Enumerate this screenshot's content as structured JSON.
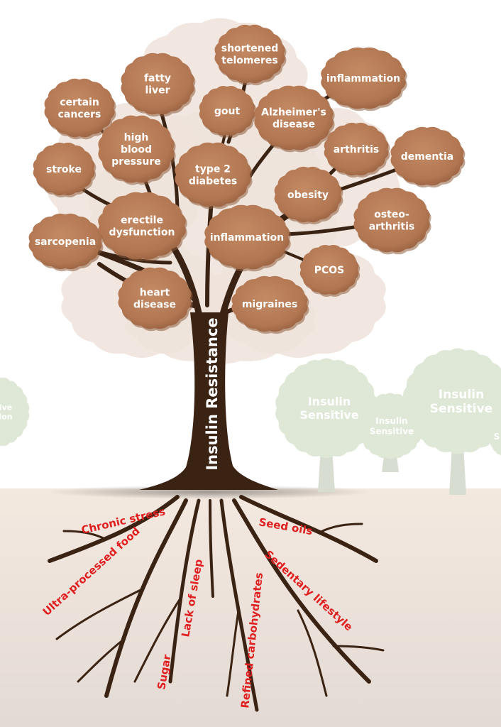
{
  "colors": {
    "trunk": "#3b2314",
    "blob": "#b97f5a",
    "blob_dark": "#8e5c3c",
    "canopy": "#efe3da",
    "root_label": "#e02020",
    "bg_tree": "#dfe8d6",
    "soil_top": "#f3e9df",
    "soil_bottom": "#e7ddd7"
  },
  "trunk_label": "Insulin Resistance",
  "conditions": [
    {
      "id": "telomeres",
      "lines": [
        "shortened",
        "telomeres"
      ]
    },
    {
      "id": "inflammation-top",
      "lines": [
        "inflammation"
      ]
    },
    {
      "id": "fatty-liver",
      "lines": [
        "fatty",
        "liver"
      ]
    },
    {
      "id": "certain-cancers",
      "lines": [
        "certain",
        "cancers"
      ]
    },
    {
      "id": "gout",
      "lines": [
        "gout"
      ]
    },
    {
      "id": "alzheimers",
      "lines": [
        "Alzheimer's",
        "disease"
      ]
    },
    {
      "id": "high-blood-pressure",
      "lines": [
        "high",
        "blood",
        "pressure"
      ]
    },
    {
      "id": "arthritis",
      "lines": [
        "arthritis"
      ]
    },
    {
      "id": "dementia",
      "lines": [
        "dementia"
      ]
    },
    {
      "id": "stroke",
      "lines": [
        "stroke"
      ]
    },
    {
      "id": "type-2-diabetes",
      "lines": [
        "type 2",
        "diabetes"
      ]
    },
    {
      "id": "obesity",
      "lines": [
        "obesity"
      ]
    },
    {
      "id": "erectile-dysfunction",
      "lines": [
        "erectile",
        "dysfunction"
      ]
    },
    {
      "id": "osteoarthritis",
      "lines": [
        "osteo-",
        "arthritis"
      ]
    },
    {
      "id": "sarcopenia",
      "lines": [
        "sarcopenia"
      ]
    },
    {
      "id": "inflammation-mid",
      "lines": [
        "inflammation"
      ]
    },
    {
      "id": "pcos",
      "lines": [
        "PCOS"
      ]
    },
    {
      "id": "heart-disease",
      "lines": [
        "heart",
        "disease"
      ]
    },
    {
      "id": "migraines",
      "lines": [
        "migraines"
      ]
    }
  ],
  "roots": [
    {
      "id": "chronic-stress",
      "text": "Chronic stress"
    },
    {
      "id": "seed-oils",
      "text": "Seed oils"
    },
    {
      "id": "ultra-processed-food",
      "text": "Ultra-processed food"
    },
    {
      "id": "lack-of-sleep",
      "text": "Lack of sleep"
    },
    {
      "id": "refined-carbohydrates",
      "text": "Refined carbohydrates"
    },
    {
      "id": "sedentary-lifestyle",
      "text": "Sedentary lifestyle"
    },
    {
      "id": "sugar",
      "text": "Sugar"
    }
  ],
  "background_trees": [
    {
      "id": "left-partial",
      "lines": [
        "ive",
        "ion"
      ]
    },
    {
      "id": "mid",
      "lines": [
        "Insulin",
        "Sensitive"
      ]
    },
    {
      "id": "small",
      "lines": [
        "Insulin",
        "Sensitive"
      ]
    },
    {
      "id": "large",
      "lines": [
        "Insulin",
        "Sensitive"
      ]
    },
    {
      "id": "right-partial",
      "lines": [
        "S"
      ]
    }
  ]
}
